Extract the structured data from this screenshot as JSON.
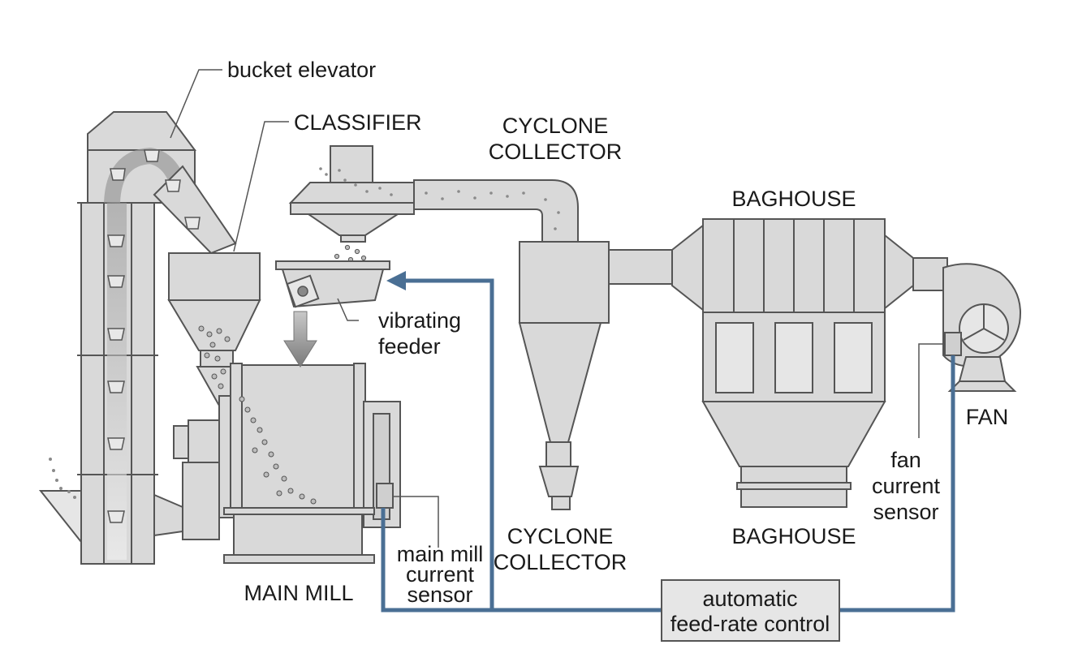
{
  "labels": {
    "bucket_elevator": "bucket elevator",
    "classifier": "CLASSIFIER",
    "cyclone_top_line1": "CYCLONE",
    "cyclone_top_line2": "COLLECTOR",
    "baghouse_top": "BAGHOUSE",
    "vibrating_feeder_line1": "vibrating",
    "vibrating_feeder_line2": "feeder",
    "fan": "FAN",
    "fan_sensor_line1": "fan",
    "fan_sensor_line2": "current",
    "fan_sensor_line3": "sensor",
    "cyclone_bottom_line1": "CYCLONE",
    "cyclone_bottom_line2": "COLLECTOR",
    "baghouse_bottom": "BAGHOUSE",
    "main_mill": "MAIN MILL",
    "mill_sensor_line1": "main mill",
    "mill_sensor_line2": "current",
    "mill_sensor_line3": "sensor",
    "control_line1": "automatic",
    "control_line2": "feed-rate control"
  },
  "colors": {
    "equipment": "#d9d9d9",
    "outline": "#555555",
    "control_signal": "#4a6f94"
  }
}
